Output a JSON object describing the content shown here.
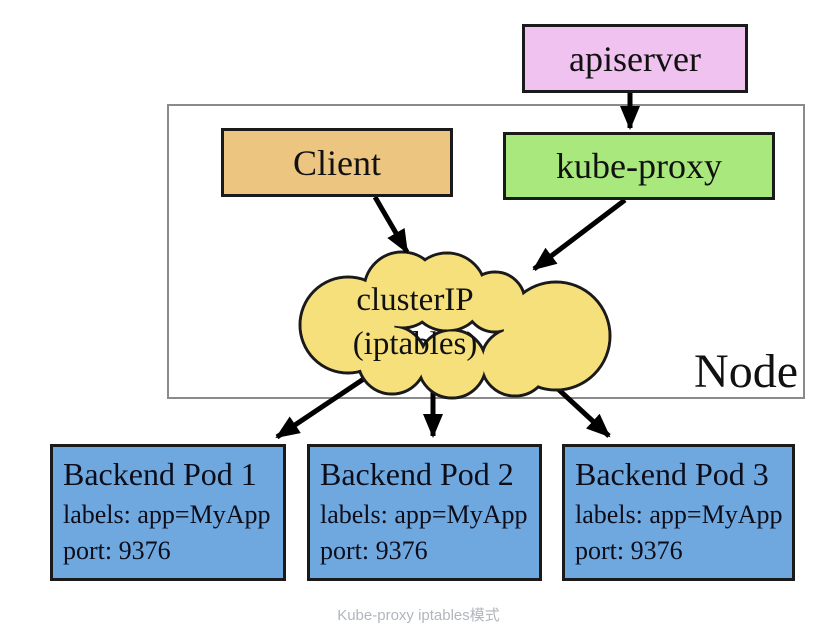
{
  "diagram": {
    "apiserver": {
      "label": "apiserver",
      "fill": "#efc2ef"
    },
    "client": {
      "label": "Client",
      "fill": "#ecc581"
    },
    "kube_proxy": {
      "label": "kube-proxy",
      "fill": "#a9e87c"
    },
    "cloud": {
      "line1": "clusterIP",
      "line2": "(iptables)",
      "fill": "#f5e07c"
    },
    "node": {
      "label": "Node"
    },
    "pods": [
      {
        "title": "Backend Pod 1",
        "labels": "labels: app=MyApp",
        "port": "port: 9376"
      },
      {
        "title": "Backend Pod 2",
        "labels": "labels: app=MyApp",
        "port": "port: 9376"
      },
      {
        "title": "Backend Pod 3",
        "labels": "labels: app=MyApp",
        "port": "port: 9376"
      }
    ],
    "pod_fill": "#6fa8df",
    "arrow_color": "#000000",
    "caption": "Kube-proxy iptables模式"
  }
}
